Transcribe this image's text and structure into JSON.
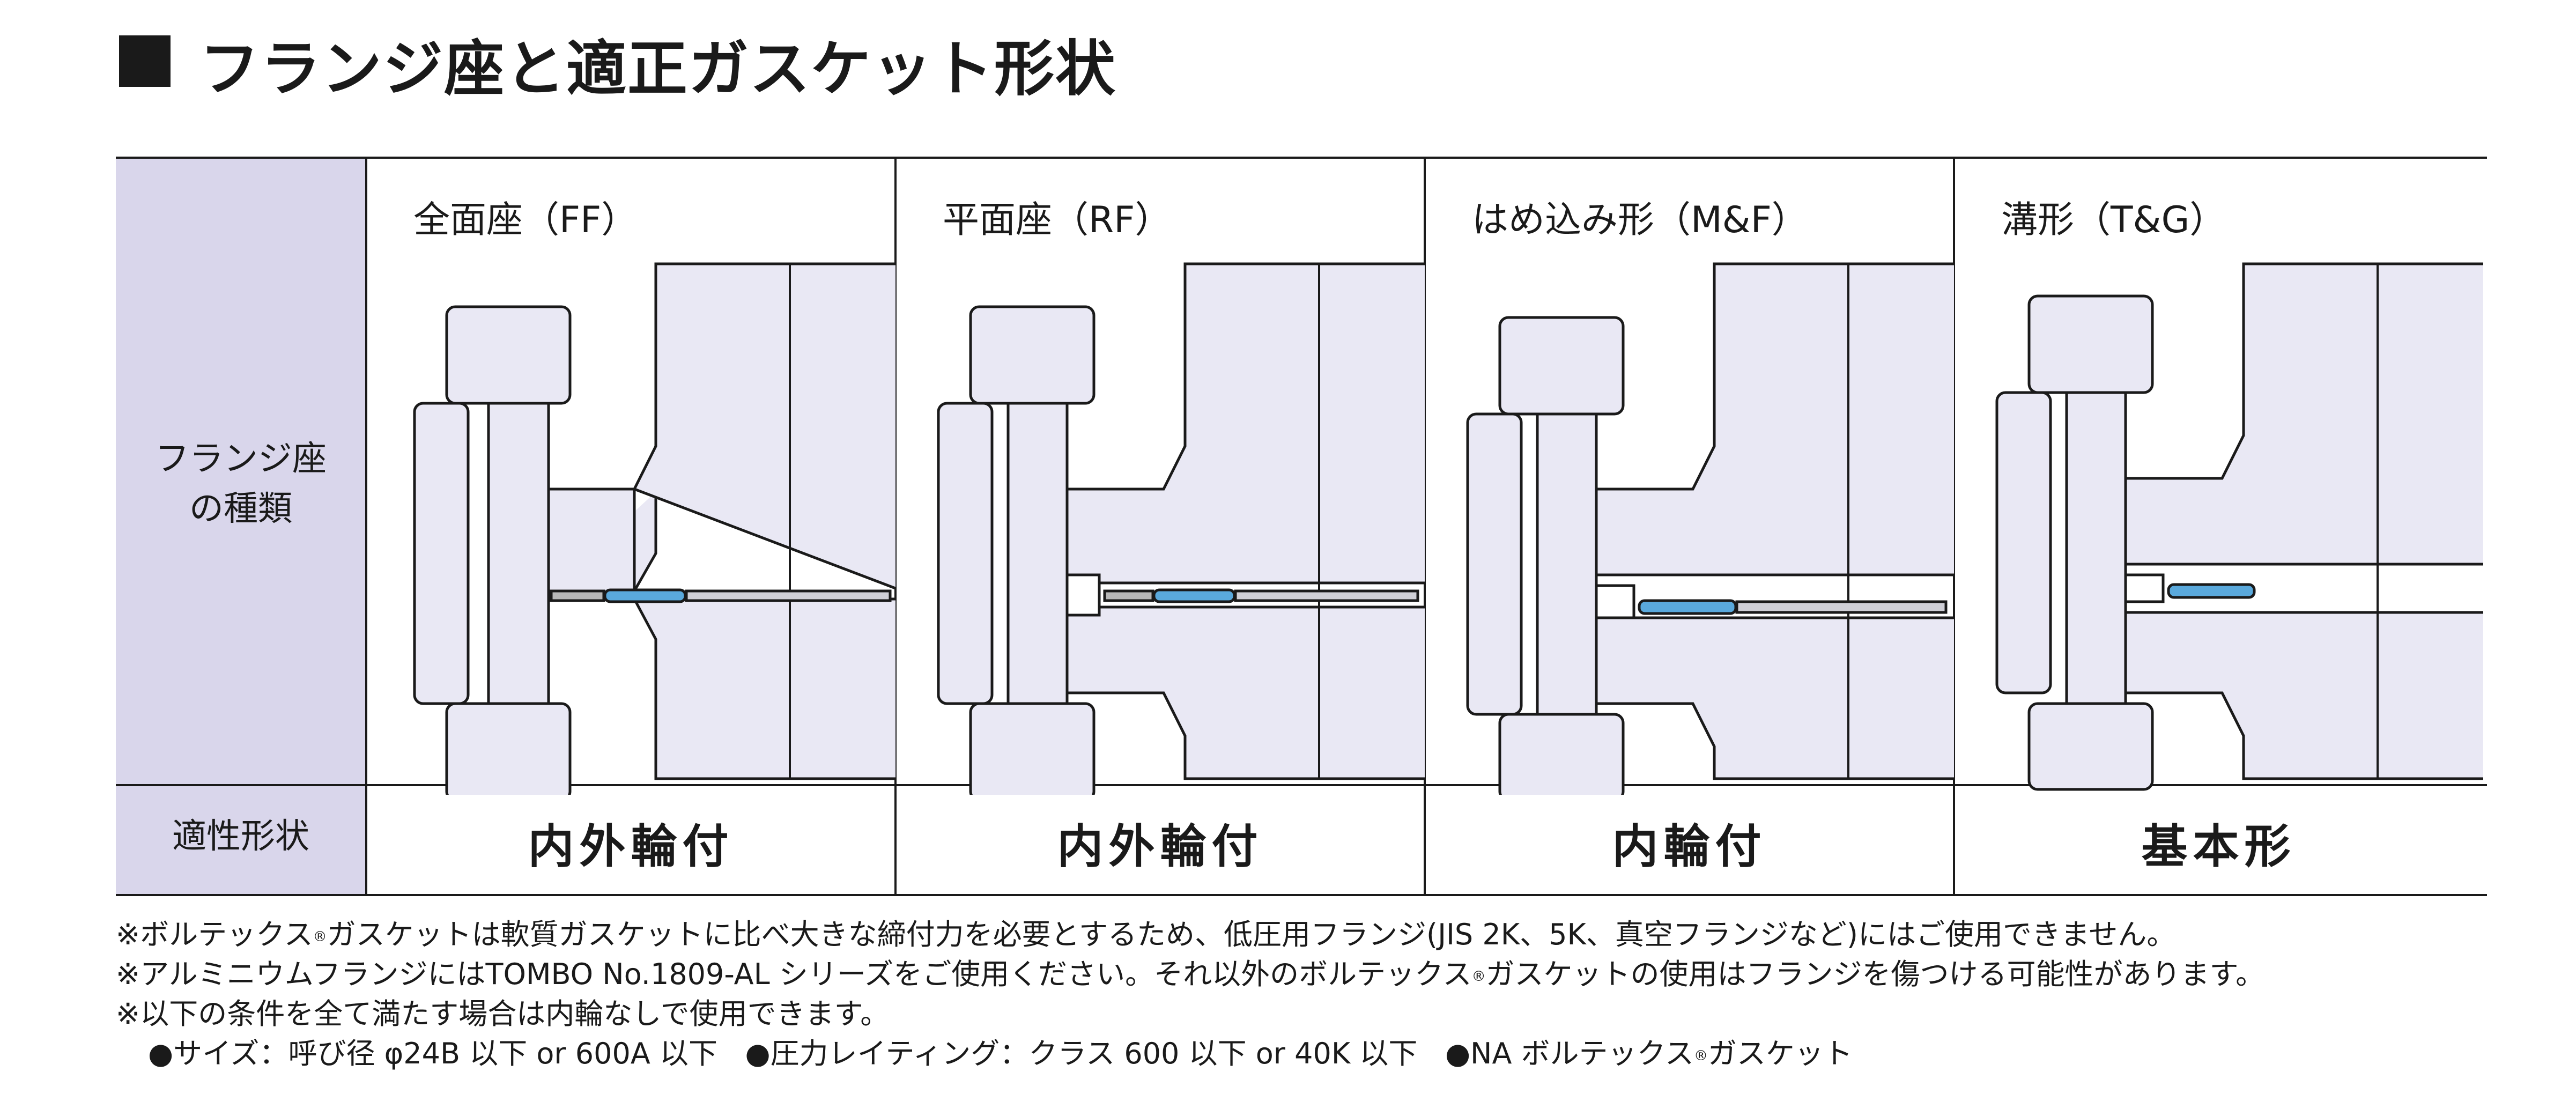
{
  "title": "フランジ座と適正ガスケット形状",
  "row_headers": {
    "types": [
      "フランジ座",
      "の種類"
    ],
    "shape": "適性形状"
  },
  "columns": [
    {
      "name": "全面座（FF）",
      "shape": "内外輪付"
    },
    {
      "name": "平面座（RF）",
      "shape": "内外輪付"
    },
    {
      "name": "はめ込み形（M&F）",
      "shape": "内輪付"
    },
    {
      "name": "溝形（T&G）",
      "shape": "基本形"
    }
  ],
  "notes": {
    "n1_a": "※ボルテックス",
    "n1_b": "ガスケットは軟質ガスケットに比べ大きな締付力を必要とするため、低圧用フランジ(JIS 2K、5K、真空フランジなど)にはご使用できません。",
    "n2_a": "※アルミニウムフランジにはTOMBO No.1809-AL シリーズをご使用ください。それ以外のボルテックス",
    "n2_b": "ガスケットの使用はフランジを傷つける可能性があります。",
    "n3": "※以下の条件を全て満たす場合は内輪なしで使用できます。",
    "c1": "●サイズ：呼び径 φ24B 以下 or 600A 以下",
    "c2": "●圧力レイティング：クラス 600 以下 or 40K 以下",
    "c3_a": "●NA ボルテックス",
    "c3_b": "ガスケット",
    "reg": "®"
  },
  "colors": {
    "header_bg": "#d9d6eb",
    "flange_fill": "#e9e8f4",
    "gasket_blue": "#5aa9dc",
    "line": "#1a1a1a"
  }
}
